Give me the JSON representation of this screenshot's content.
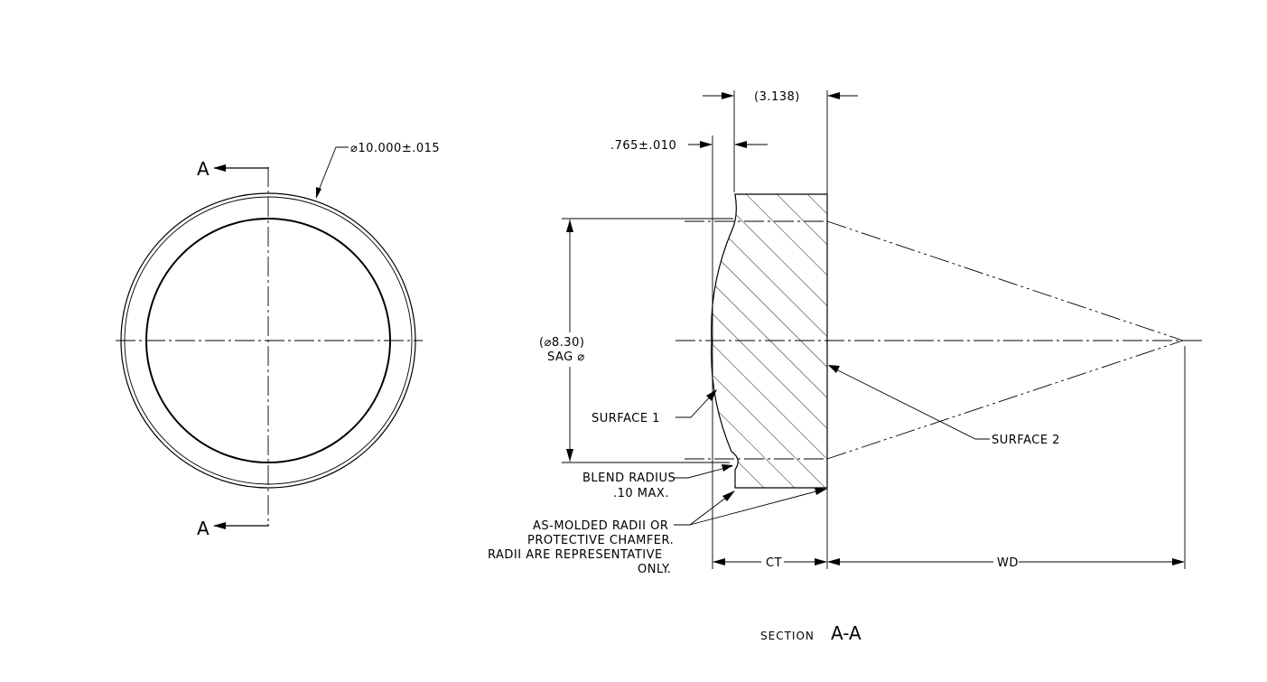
{
  "front_view": {
    "section_label_top": "A",
    "section_label_bottom": "A",
    "diameter_callout": "⌀10.000±.015"
  },
  "section_view": {
    "overall_thickness": "(3.138)",
    "edge_thickness": ".765±.010",
    "sag_diameter_value": "(⌀8.30)",
    "sag_diameter_label": "SAG ⌀",
    "surface_1": "SURFACE 1",
    "surface_2": "SURFACE 2",
    "blend_radius_line1": "BLEND RADIUS",
    "blend_radius_line2": ".10 MAX.",
    "note_line1": "AS-MOLDED RADII OR",
    "note_line2": "PROTECTIVE CHAMFER.",
    "note_line3": "RADII ARE REPRESENTATIVE",
    "note_line4": "ONLY.",
    "ct_label": "CT",
    "wd_label": "WD",
    "section_word": "SECTION",
    "section_id": "A-A"
  }
}
